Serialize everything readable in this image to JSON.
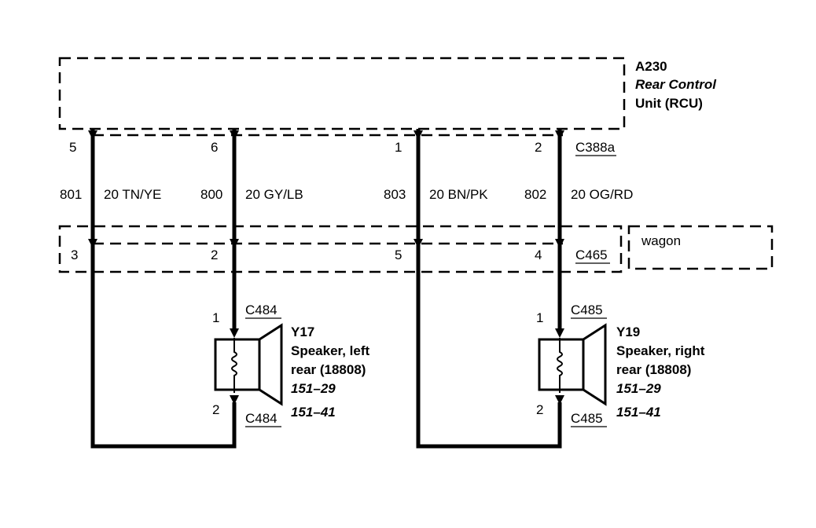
{
  "module": {
    "id": "A230",
    "name_line1": "Rear Control",
    "name_line2": "Unit (RCU)"
  },
  "connectors": {
    "top": "C388a",
    "middle": "C465",
    "left_speaker": "C484",
    "right_speaker": "C485"
  },
  "option_label": "wagon",
  "wires": [
    {
      "pin_top": "5",
      "circuit": "801",
      "gauge_color": "20 TN/YE",
      "pin_mid": "3"
    },
    {
      "pin_top": "6",
      "circuit": "800",
      "gauge_color": "20 GY/LB",
      "pin_mid": "2"
    },
    {
      "pin_top": "1",
      "circuit": "803",
      "gauge_color": "20 BN/PK",
      "pin_mid": "5"
    },
    {
      "pin_top": "2",
      "circuit": "802",
      "gauge_color": "20 OG/RD",
      "pin_mid": "4"
    }
  ],
  "speakers": [
    {
      "id": "Y17",
      "name_line1": "Speaker, left",
      "name_line2": "rear (18808)",
      "ref1": "151–29",
      "ref2": "151–41",
      "pin_top": "1",
      "pin_bottom": "2"
    },
    {
      "id": "Y19",
      "name_line1": "Speaker, right",
      "name_line2": "rear (18808)",
      "ref1": "151–29",
      "ref2": "151–41",
      "pin_top": "1",
      "pin_bottom": "2"
    }
  ]
}
